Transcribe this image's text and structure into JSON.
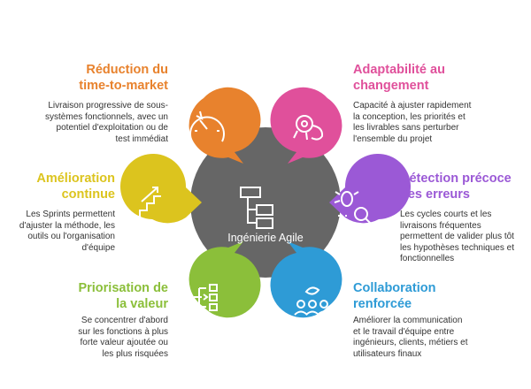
{
  "center": {
    "label": "Ingénierie Agile",
    "color": "#666666",
    "icon": "hierarchy-diagram-icon"
  },
  "items": [
    {
      "title": "Réduction du\ntime-to-market",
      "description": "Livraison progressive de sous-\nsystèmes fonctionnels, avec un\npotentiel d'exploitation ou de\ntest immédiat",
      "color": "#E8822D",
      "icon": "speedometer-icon"
    },
    {
      "title": "Adaptabilité au\nchangement",
      "description": "Capacité à ajuster rapidement\nla conception, les priorités et\nles livrables sans perturber\nl'ensemble du projet",
      "color": "#E0509B",
      "icon": "chameleon-icon"
    },
    {
      "title": "Amélioration\ncontinue",
      "description": "Les Sprints permettent\nd'ajuster la méthode, les\noutils ou l'organisation\nd'équipe",
      "color": "#DCC41E",
      "icon": "stairs-up-icon"
    },
    {
      "title": "Détection précoce\ndes erreurs",
      "description": "Les cycles courts et les\nlivraisons fréquentes\npermettent de valider plus tôt\nles hypothèses techniques et\nfonctionnelles",
      "color": "#9B59D6",
      "icon": "bug-magnifier-icon"
    },
    {
      "title": "Priorisation de\nla valeur",
      "description": "Se concentrer d'abord\nsur les fonctions à plus\nforte valeur ajoutée ou\nles plus risquées",
      "color": "#8BBF3A",
      "icon": "priority-list-icon"
    },
    {
      "title": "Collaboration\nrenforcée",
      "description": "Améliorer la communication\net le travail d'équipe entre\ningénieurs, clients, métiers et\nutilisateurs finaux",
      "color": "#2E9BD6",
      "icon": "team-collaboration-icon"
    }
  ]
}
